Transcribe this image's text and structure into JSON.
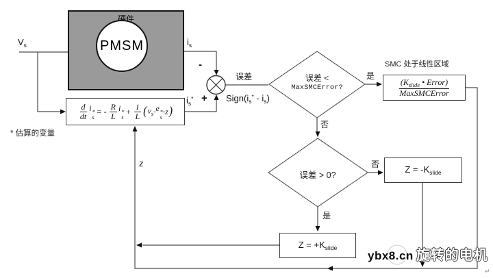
{
  "diagram": {
    "hardware": {
      "title": "硬件",
      "motor": "PMSM"
    },
    "labels": {
      "vs_base": "V",
      "vs_sub": "s",
      "is_base": "i",
      "is_sub": "s",
      "istar_base": "i",
      "istar_sub": "s",
      "istar_sup": "*",
      "minus": "-",
      "plus": "+",
      "error": "误差",
      "z": "z",
      "estimated_note": "* 估算的变量",
      "yes1": "是",
      "no1": "否",
      "yes2": "是",
      "no2": "否",
      "smc_region": "SMC 处于线性区域",
      "return_mark": "↵"
    },
    "sign_label": {
      "p1": "Sign(i",
      "sub1": "s",
      "sup1": "*",
      "p2": " - i",
      "sub2": "s",
      "p3": ")"
    },
    "main_formula": {
      "f1_num": "d",
      "f1_den": "dt",
      "i_base": "i",
      "i_sup": "*",
      "i_sub": "s",
      "eq": "= -",
      "f2_num": "R",
      "f2_den": "L",
      "plus": "+",
      "f3_num": "1",
      "f3_den": "L",
      "paren_open": "(",
      "v_base": "v",
      "v_sub": "s",
      "m1": "-",
      "e_base": "e",
      "e_sup": "*",
      "e_sub": "s",
      "m2": "-",
      "z": "z",
      "paren_close": ")"
    },
    "decision1": {
      "line1": "误差 <",
      "line2": "MaxSMCError?"
    },
    "decision2": {
      "text": "误差 > 0?"
    },
    "linear_box": {
      "num_p1": "(K",
      "num_sub": "slide",
      "num_p2": " • Error)",
      "den": "MaxSMCError"
    },
    "z_minus": {
      "p1": "Z = -K",
      "sub": "slide"
    },
    "z_plus": {
      "p1": "Z = +K",
      "sub": "slide"
    },
    "watermark": {
      "latin": "ybx8.cn",
      "cjk": "旋转的电机"
    },
    "colors": {
      "hardware_fill": "#9a9a9a",
      "line": "#4a4a4a",
      "border": "#333333"
    }
  }
}
